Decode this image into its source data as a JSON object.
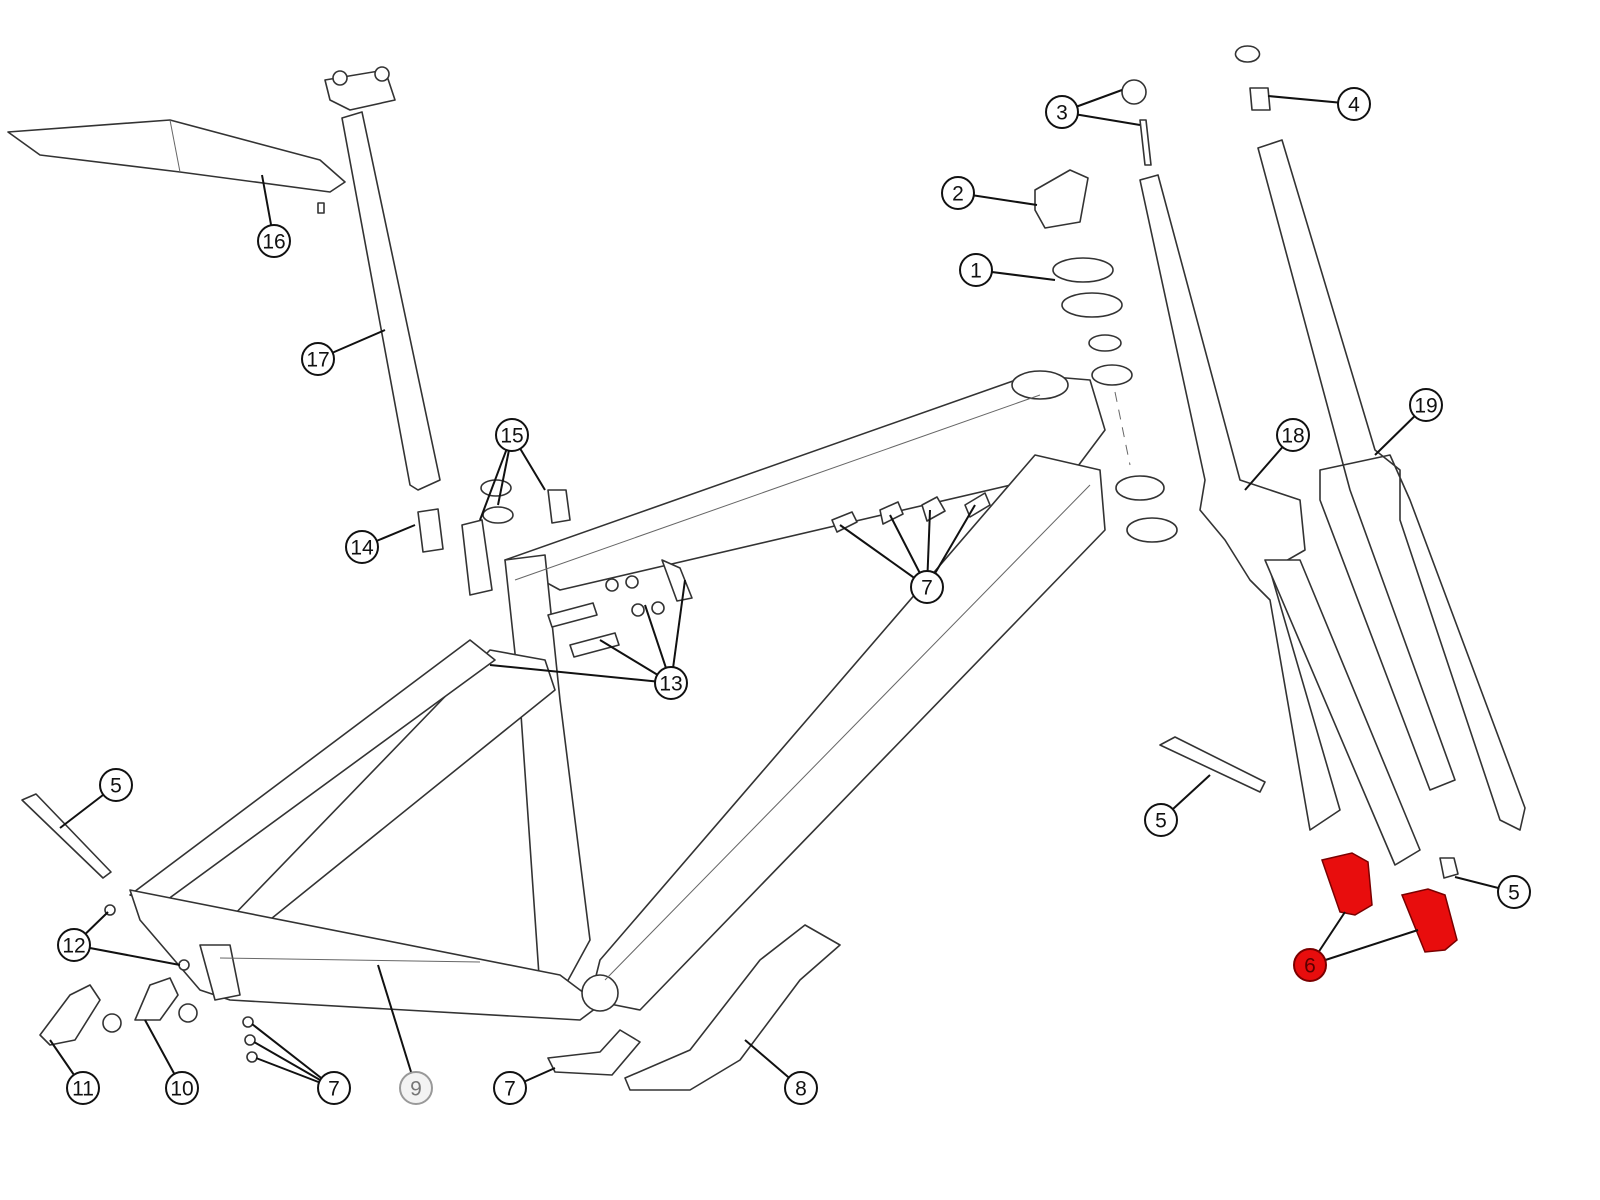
{
  "diagram": {
    "title": "Bicycle frame exploded parts diagram",
    "highlight_color": "#e80d0d",
    "muted_color": "#d9d9d9",
    "callouts": [
      {
        "label": "16",
        "part": "rear-fender"
      },
      {
        "label": "17",
        "part": "seatpost"
      },
      {
        "label": "15",
        "part": "cable-port-covers"
      },
      {
        "label": "14",
        "part": "seatpost-clamp-wedge"
      },
      {
        "label": "13",
        "part": "bottle-cage-bolts-inserts"
      },
      {
        "label": "7",
        "part": "cable-guides-front"
      },
      {
        "label": "3",
        "part": "top-cap-bolt"
      },
      {
        "label": "4",
        "part": "expander-plug"
      },
      {
        "label": "2",
        "part": "headset-spacer-cover"
      },
      {
        "label": "1",
        "part": "headset-spacers"
      },
      {
        "label": "18",
        "part": "fork-a"
      },
      {
        "label": "19",
        "part": "fork-b"
      },
      {
        "label": "5",
        "part": "rear-thru-axle"
      },
      {
        "label": "5",
        "part": "front-thru-axle"
      },
      {
        "label": "5",
        "part": "axle-nut"
      },
      {
        "label": "6",
        "part": "dropout-adapters",
        "highlighted": true
      },
      {
        "label": "12",
        "part": "derailleur-hanger-bolts"
      },
      {
        "label": "11",
        "part": "derailleur-hanger-a"
      },
      {
        "label": "10",
        "part": "derailleur-hanger-b"
      },
      {
        "label": "7",
        "part": "small-cable-guides"
      },
      {
        "label": "9",
        "part": "chainstay-protector",
        "muted": true
      },
      {
        "label": "7",
        "part": "bb-cable-guide"
      },
      {
        "label": "8",
        "part": "chainstay-guard"
      }
    ]
  }
}
